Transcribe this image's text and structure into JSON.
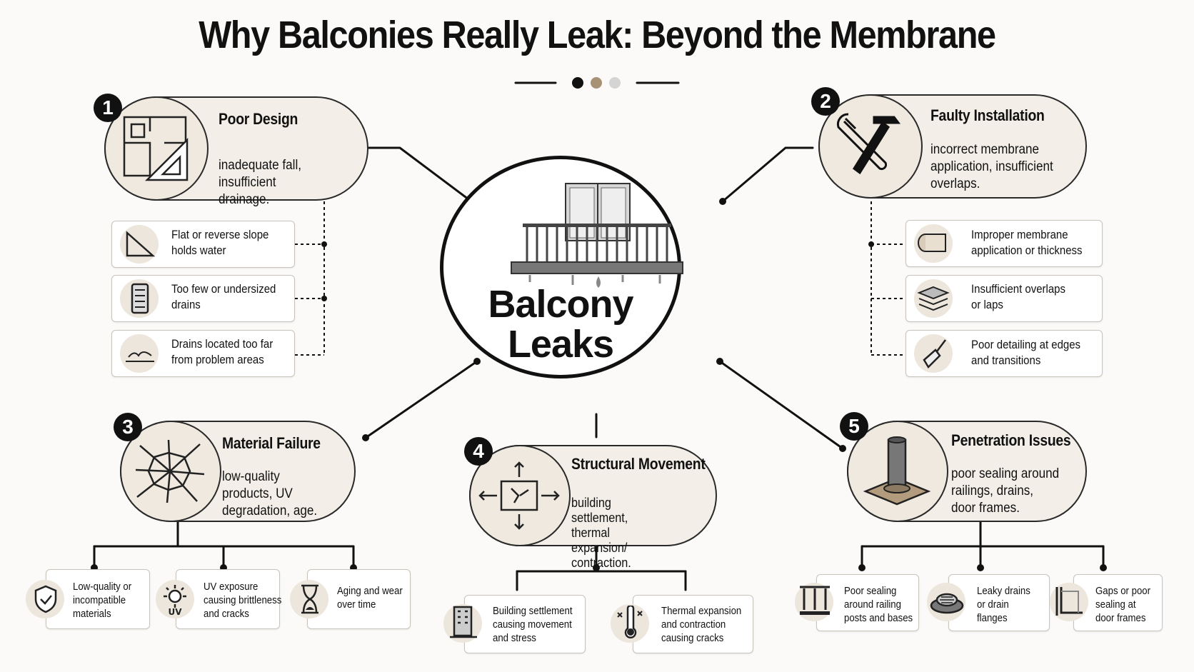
{
  "title": "Why Balconies Really Leak: Beyond the Membrane",
  "center": {
    "line1": "Balcony",
    "line2": "Leaks"
  },
  "causes": [
    {
      "number": "1",
      "heading": "Poor Design",
      "desc": "inadequate fall, insufficient drainage.",
      "icon": "blueprint-icon",
      "items": [
        {
          "text": "Flat or reverse slope\nholds water",
          "icon": "slope-icon"
        },
        {
          "text": "Too few or undersized\ndrains",
          "icon": "drain-icon"
        },
        {
          "text": "Drains located too far\nfrom problem areas",
          "icon": "puddle-icon"
        }
      ]
    },
    {
      "number": "2",
      "heading": "Faulty Installation",
      "desc": "incorrect membrane application, insufficient overlaps.",
      "icon": "tools-icon",
      "items": [
        {
          "text": "Improper membrane\napplication or thickness",
          "icon": "membrane-roll-icon"
        },
        {
          "text": "Insufficient overlaps\nor laps",
          "icon": "layers-icon"
        },
        {
          "text": "Poor detailing at edges\nand transitions",
          "icon": "trowel-icon"
        }
      ]
    },
    {
      "number": "3",
      "heading": "Material Failure",
      "desc": "low-quality products, UV degradation, age.",
      "icon": "cracked-glass-icon",
      "items": [
        {
          "text": "Low-quality or\nincompatible\nmaterials",
          "icon": "shield-check-icon"
        },
        {
          "text": "UV exposure\ncausing brittleness\nand cracks",
          "icon": "uv-sun-icon"
        },
        {
          "text": "Aging and wear\nover time",
          "icon": "hourglass-icon"
        }
      ]
    },
    {
      "number": "4",
      "heading": "Structural Movement",
      "desc": "building settlement, thermal expansion/ contraction.",
      "icon": "movement-arrows-icon",
      "items": [
        {
          "text": "Building settlement\ncausing movement\nand stress",
          "icon": "building-icon"
        },
        {
          "text": "Thermal expansion\nand contraction\ncausing cracks",
          "icon": "thermometer-icon"
        }
      ]
    },
    {
      "number": "5",
      "heading": "Penetration Issues",
      "desc": "poor sealing around railings, drains, door frames.",
      "icon": "pipe-penetration-icon",
      "items": [
        {
          "text": "Poor sealing\naround railing\nposts and bases",
          "icon": "railing-posts-icon"
        },
        {
          "text": "Leaky drains\nor drain\nflanges",
          "icon": "drain-flange-icon"
        },
        {
          "text": "Gaps or poor\nsealing at\ndoor frames",
          "icon": "door-frame-icon"
        }
      ]
    }
  ],
  "colors": {
    "ink": "#111111",
    "bubble": "#f3efe8",
    "icon_bg": "#ece6dc",
    "accent_tan": "#a89275",
    "accent_grey": "#cfcfcf"
  }
}
